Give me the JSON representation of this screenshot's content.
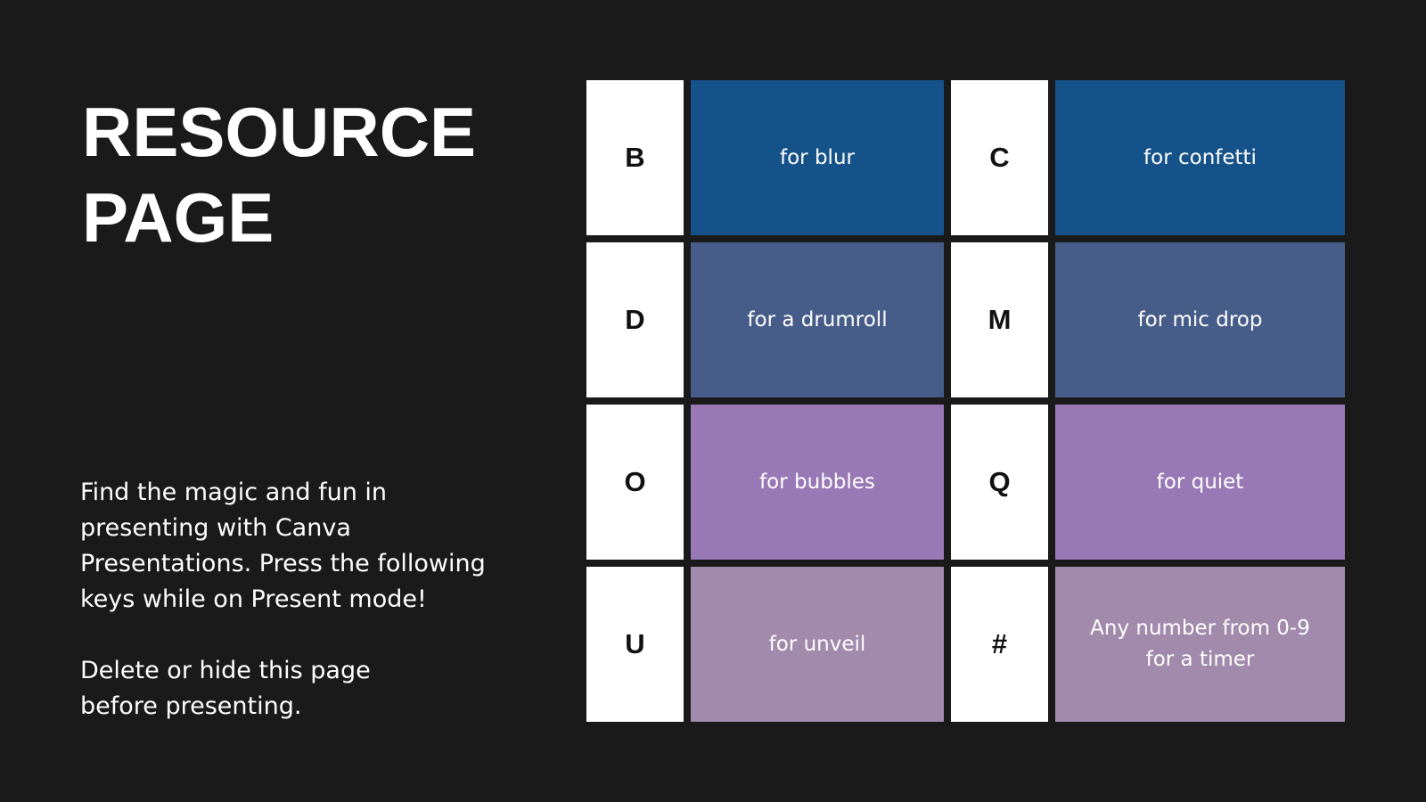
{
  "title": {
    "line1": "RESOURCE",
    "line2": "PAGE"
  },
  "description": {
    "paragraph1": "Find the magic and fun in presenting with Canva Presentations. Press the following keys while on Present mode!",
    "paragraph2": "Delete or hide this page before presenting."
  },
  "colors": {
    "background": "#1a1a1a",
    "row1": "#15528a",
    "row2": "#475d89",
    "row3": "#9878b5",
    "row4": "#a18aac",
    "key_background": "#ffffff"
  },
  "shortcuts": [
    {
      "key": "B",
      "action": "for blur"
    },
    {
      "key": "C",
      "action": "for confetti"
    },
    {
      "key": "D",
      "action": "for a drumroll"
    },
    {
      "key": "M",
      "action": "for mic drop"
    },
    {
      "key": "O",
      "action": "for bubbles"
    },
    {
      "key": "Q",
      "action": "for quiet"
    },
    {
      "key": "U",
      "action": "for unveil"
    },
    {
      "key": "#",
      "action_lines": [
        "Any number from 0-9",
        "for a timer"
      ]
    }
  ]
}
